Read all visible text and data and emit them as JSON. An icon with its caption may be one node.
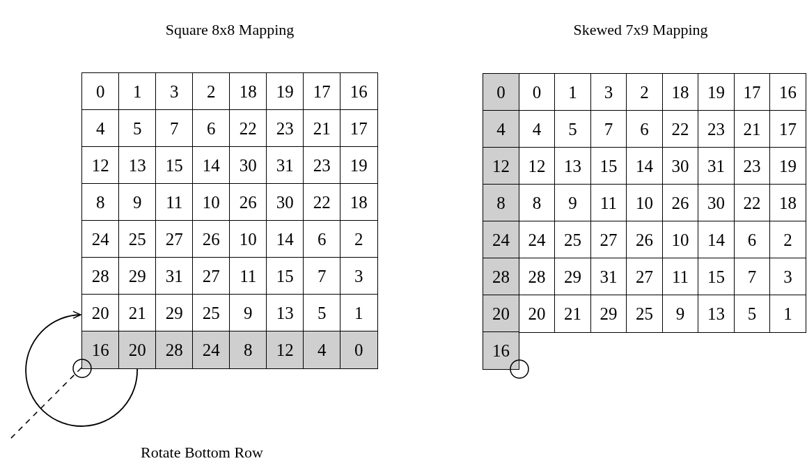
{
  "diagram": {
    "labels": [
      "Square 8x8 Mapping",
      "0",
      "1",
      "3",
      "2",
      "18",
      "19",
      "17",
      "16",
      "4",
      "5",
      "7",
      "6",
      "22",
      "23",
      "21",
      "17",
      "12",
      "13",
      "15",
      "14",
      "30",
      "31",
      "23",
      "19",
      "8",
      "9",
      "11",
      "10",
      "26",
      "30",
      "22",
      "18",
      "24",
      "25",
      "27",
      "26",
      "10",
      "14",
      "6",
      "2",
      "28",
      "29",
      "31",
      "27",
      "11",
      "15",
      "7",
      "3",
      "20",
      "21",
      "29",
      "25",
      "9",
      "13",
      "5",
      "1",
      "16",
      "20",
      "28",
      "24",
      "8",
      "12",
      "4",
      "0",
      "Rotate Bottom Row",
      "Skewed 7x9 Mapping",
      "0",
      "0",
      "1",
      "3",
      "2",
      "18",
      "19",
      "17",
      "16",
      "4",
      "4",
      "5",
      "7",
      "6",
      "22",
      "23",
      "21",
      "17",
      "12",
      "12",
      "13",
      "15",
      "14",
      "30",
      "31",
      "23",
      "19",
      "8",
      "8",
      "9",
      "11",
      "10",
      "26",
      "30",
      "22",
      "18",
      "24",
      "24",
      "25",
      "27",
      "26",
      "10",
      "14",
      "6",
      "2",
      "28",
      "28",
      "29",
      "31",
      "27",
      "11",
      "15",
      "7",
      "3",
      "20",
      "20",
      "21",
      "29",
      "25",
      "9",
      "13",
      "5",
      "1",
      "16"
    ]
  }
}
